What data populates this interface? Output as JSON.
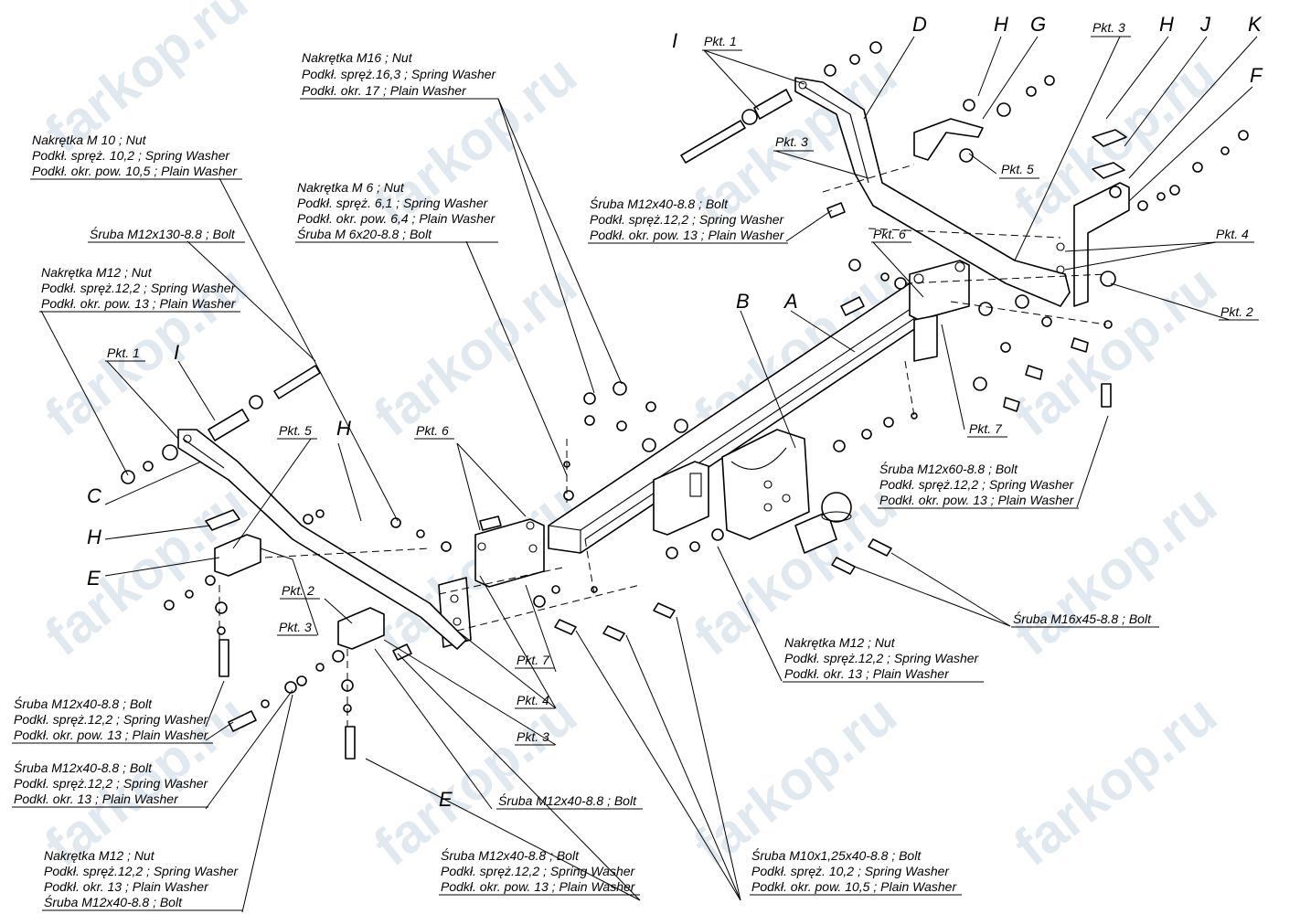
{
  "watermark": "farkop.ru",
  "part_letters": {
    "A": "A",
    "B": "B",
    "C": "C",
    "D": "D",
    "E": "E",
    "F": "F",
    "G": "G",
    "H": "H",
    "I": "I",
    "J": "J",
    "K": "K"
  },
  "pkt": {
    "p1": "Pkt. 1",
    "p2": "Pkt. 2",
    "p3": "Pkt. 3",
    "p4": "Pkt. 4",
    "p5": "Pkt. 5",
    "p6": "Pkt. 6",
    "p7": "Pkt. 7"
  },
  "callouts": {
    "nut_m16": [
      "Nakrętka  M16 ; Nut",
      "Podkł. spręż.16,3 ; Spring Washer",
      "Podkł. okr. 17 ; Plain Washer"
    ],
    "nut_m10": [
      "Nakrętka  M 10 ; Nut",
      "Podkł. spręż. 10,2 ; Spring Washer",
      "Podkł. okr. pow. 10,5 ; Plain Washer"
    ],
    "nut_m6": [
      "Nakrętka  M 6 ; Nut",
      "Podkł. spręż. 6,1 ; Spring Washer",
      "Podkł. okr. pow. 6,4 ; Plain Washer",
      "Śruba M 6x20-8.8 ;  Bolt"
    ],
    "bolt_m12x130": [
      "Śruba M12x130-8.8 ;  Bolt"
    ],
    "nut_m12_left": [
      "Nakrętka  M12 ; Nut",
      "Podkł. spręż.12,2 ; Spring Washer",
      "Podkł. okr. pow. 13 ; Plain Washer"
    ],
    "bolt_m12x40_top": [
      "Śruba M12x40-8.8 ;  Bolt",
      "Podkł. spręż.12,2 ; Spring Washer",
      "Podkł. okr. pow. 13 ; Plain Washer"
    ],
    "bolt_m12x60": [
      "Śruba M12x60-8.8 ;  Bolt",
      "Podkł. spręż.12,2 ; Spring Washer",
      "Podkł. okr. pow. 13 ; Plain Washer"
    ],
    "bolt_m16x45": [
      "Śruba M16x45-8.8 ;  Bolt"
    ],
    "nut_m12_mid": [
      "Nakrętka  M12 ; Nut",
      "Podkł. spręż.12,2 ; Spring Washer",
      "Podkł. okr. 13 ; Plain Washer"
    ],
    "bolt_m12x40_la": [
      "Śruba M12x40-8.8 ;  Bolt",
      "Podkł. spręż.12,2 ; Spring Washer",
      "Podkł. okr. pow. 13 ; Plain Washer"
    ],
    "bolt_m12x40_lb": [
      "Śruba M12x40-8.8 ;  Bolt",
      "Podkł. spręż.12,2 ; Spring Washer",
      "Podkł. okr. 13 ; Plain Washer"
    ],
    "nut_m12_bottom": [
      "Nakrętka  M12 ; Nut",
      "Podkł. spręż.12,2 ; Spring Washer",
      "Podkł. okr. 13 ; Plain Washer",
      "Śruba M12x40-8.8 ;  Bolt"
    ],
    "bolt_m12x40_single": [
      "Śruba M12x40-8.8 ;  Bolt"
    ],
    "bolt_m12x40_bc": [
      "Śruba M12x40-8.8 ;  Bolt",
      "Podkł. spręż.12,2 ; Spring Washer",
      "Podkł. okr. pow. 13 ; Plain Washer"
    ],
    "bolt_m10x125": [
      "Śruba M10x1,25x40-8.8 ;  Bolt",
      "Podkł. spręż. 10,2 ; Spring Washer",
      "Podkł. okr. pow. 10,5 ; Plain Washer"
    ]
  }
}
